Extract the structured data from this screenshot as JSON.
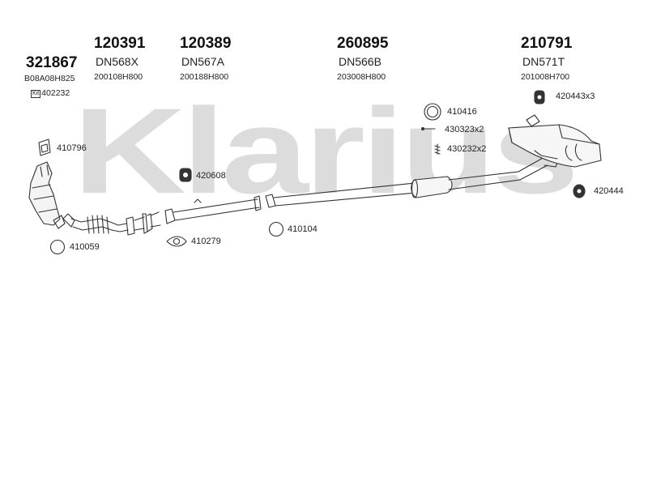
{
  "brand": {
    "watermark": "Klarius",
    "color": "#dcdcdc"
  },
  "parts": {
    "p321867": {
      "number": "321867",
      "ref": "B08A08H825",
      "kit_badge": "Kit",
      "kit_ref": "402232"
    },
    "p120391": {
      "number": "120391",
      "code": "DN568X",
      "ref": "200108H800"
    },
    "p120389": {
      "number": "120389",
      "code": "DN567A",
      "ref": "200188H800"
    },
    "p260895": {
      "number": "260895",
      "code": "DN566B",
      "ref": "203008H800"
    },
    "p210791": {
      "number": "210791",
      "code": "DN571T",
      "ref": "201008H700"
    }
  },
  "accessories": {
    "a410796": "410796",
    "a420608": "420608",
    "a410059": "410059",
    "a410279": "410279",
    "a410104": "410104",
    "a410416": "410416",
    "a430323": "430323x2",
    "a430232": "430232x2",
    "a420443": "420443x3",
    "a420444": "420444"
  }
}
